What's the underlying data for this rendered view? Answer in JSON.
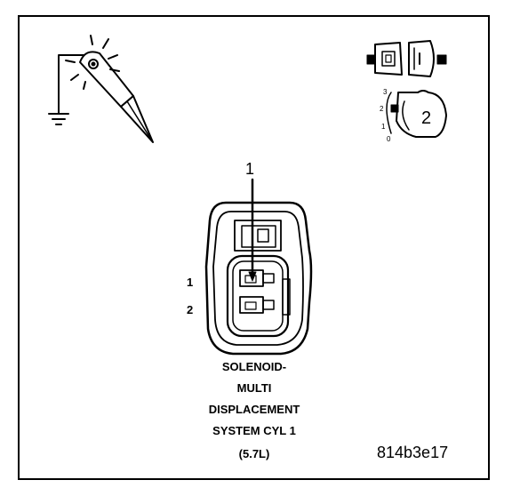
{
  "callout": "1",
  "pins": [
    "1",
    "2"
  ],
  "title_lines": [
    "SOLENOID-",
    "MULTI",
    "DISPLACEMENT",
    "SYSTEM CYL 1",
    "(5.7L)"
  ],
  "view_icon": {
    "positions": [
      "3",
      "2",
      "1",
      "0"
    ],
    "view_number": "2"
  },
  "figure_code": "814b3e17"
}
